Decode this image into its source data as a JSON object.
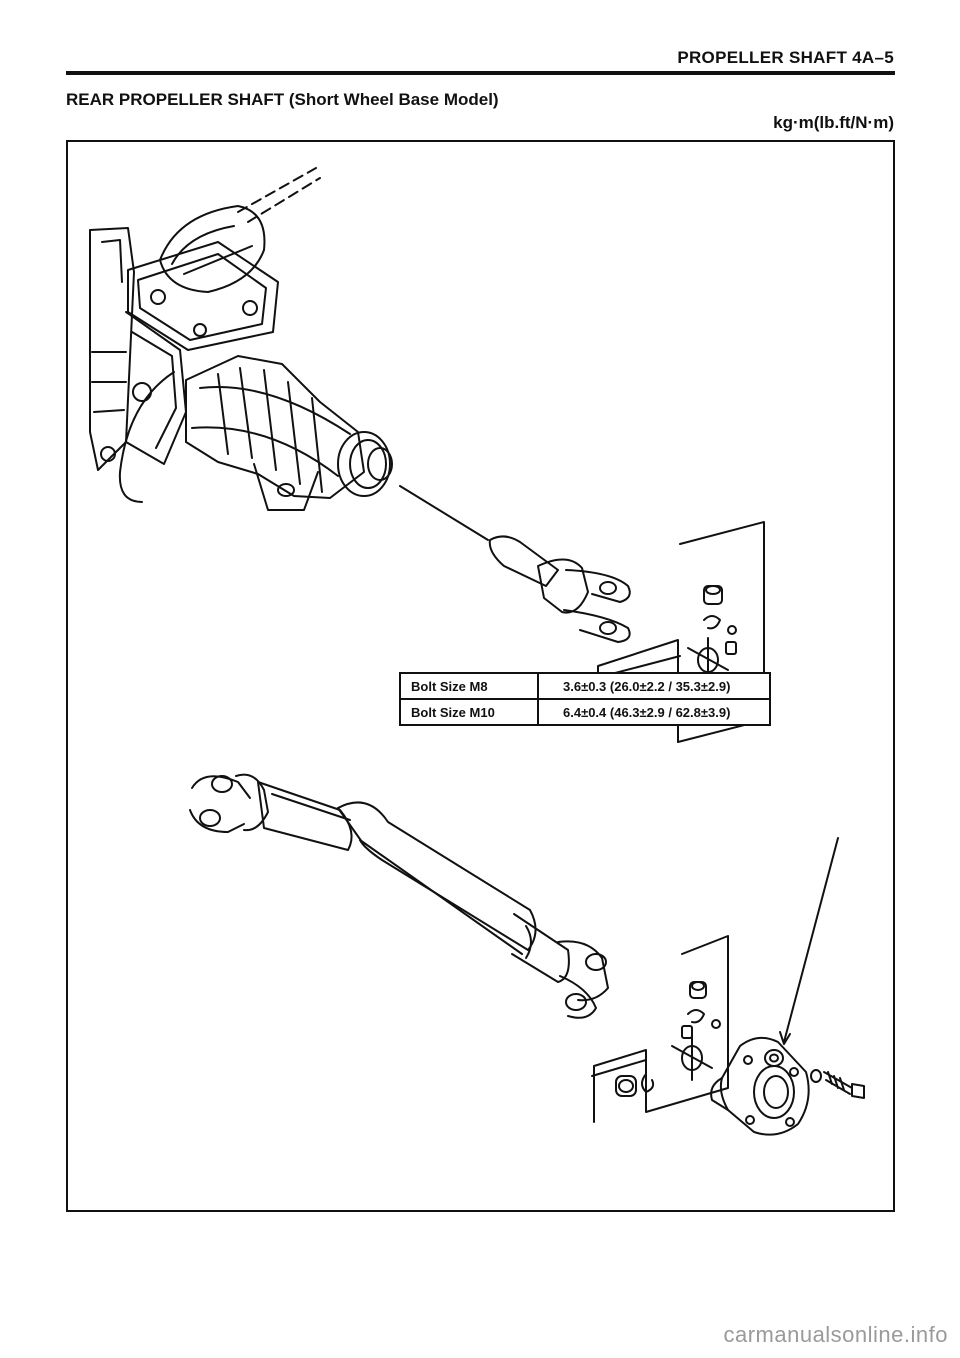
{
  "header": {
    "title": "PROPELLER SHAFT 4A–5"
  },
  "section": {
    "title": "REAR PROPELLER SHAFT (Short Wheel Base Model)",
    "units": "kg·m(lb.ft/N·m)"
  },
  "torque_table": {
    "rows": [
      {
        "size": "Bolt Size M8",
        "value": "3.6±0.3 (26.0±2.2 / 35.3±2.9)"
      },
      {
        "size": "Bolt Size M10",
        "value": "6.4±0.4 (46.3±2.9 / 62.8±3.9)"
      }
    ]
  },
  "illustration": {
    "components": [
      "transmission",
      "sleeve-yoke",
      "universal-joint-kit",
      "propeller-shaft-tube",
      "flange-yoke",
      "flange-nut",
      "flange-bolt"
    ]
  },
  "watermark": "carmanualsonline.info"
}
